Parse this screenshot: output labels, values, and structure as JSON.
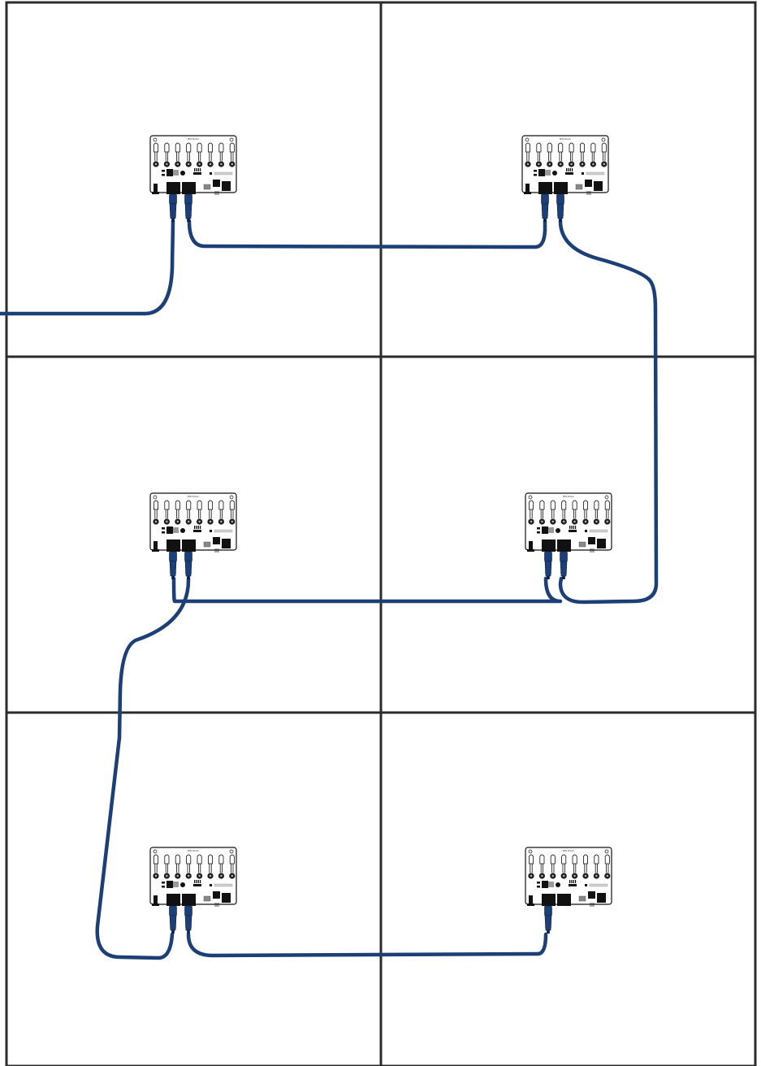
{
  "diagram": {
    "grid": {
      "rows": 3,
      "cols": 2
    },
    "panel_border_color": "#2b2b2b",
    "cable_color": "#1c3f78",
    "connector_color": "#1c3f78",
    "boards": [
      {
        "id": "board-1",
        "panel": "row1-col1",
        "title": "BIN Driver"
      },
      {
        "id": "board-2",
        "panel": "row1-col2",
        "title": "BIN Driver"
      },
      {
        "id": "board-3",
        "panel": "row2-col1",
        "title": "BIN Driver"
      },
      {
        "id": "board-4",
        "panel": "row2-col2",
        "title": "BIN Driver"
      },
      {
        "id": "board-5",
        "panel": "row3-col1",
        "title": "BIN Driver"
      },
      {
        "id": "board-6",
        "panel": "row3-col2",
        "title": "BIN Driver"
      }
    ],
    "connections": [
      {
        "from": "input",
        "to": "board-1"
      },
      {
        "from": "board-1",
        "to": "board-2"
      },
      {
        "from": "board-2",
        "to": "board-4"
      },
      {
        "from": "board-4",
        "to": "board-3"
      },
      {
        "from": "board-3",
        "to": "board-5"
      },
      {
        "from": "board-5",
        "to": "board-6"
      }
    ]
  }
}
